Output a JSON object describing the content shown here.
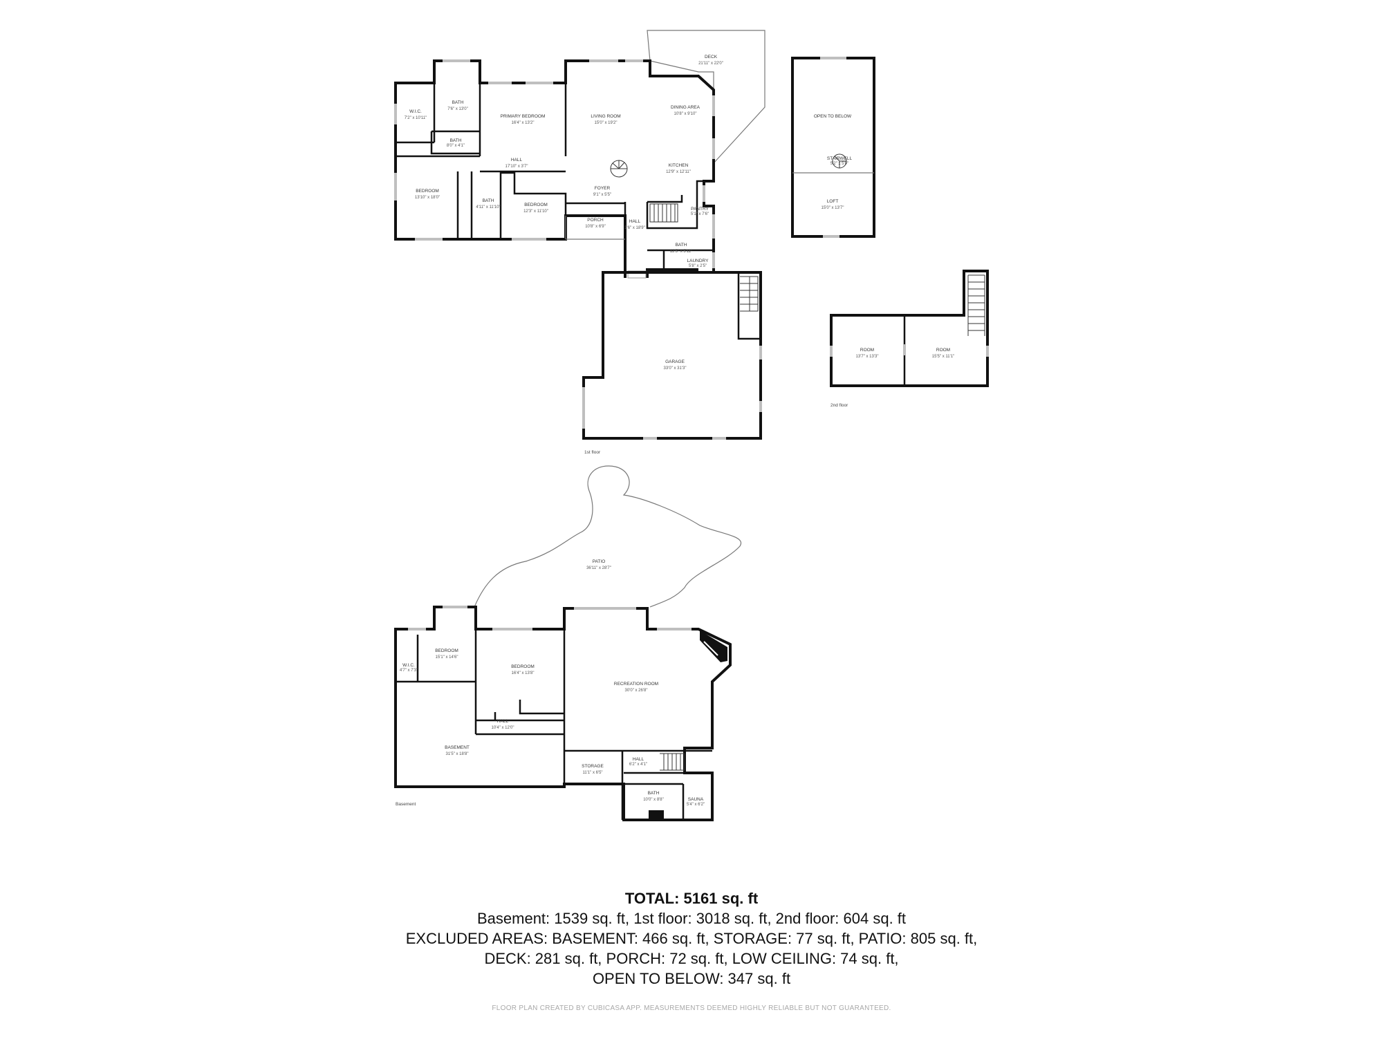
{
  "floors": {
    "first": {
      "label": "1st floor",
      "rooms": {
        "deck": {
          "name": "DECK",
          "dim": "21'11\" x 22'0\""
        },
        "dining": {
          "name": "DINING AREA",
          "dim": "10'8\" x 9'10\""
        },
        "living": {
          "name": "LIVING ROOM",
          "dim": "15'0\" x 19'2\""
        },
        "primary_bed": {
          "name": "PRIMARY BEDROOM",
          "dim": "16'4\" x 13'2\""
        },
        "bath1": {
          "name": "BATH",
          "dim": "7'6\" x 13'0\""
        },
        "wic": {
          "name": "W.I.C.",
          "dim": "7'2\" x 10'11\""
        },
        "bath2": {
          "name": "BATH",
          "dim": "8'0\" x 4'1\""
        },
        "hall1": {
          "name": "HALL",
          "dim": "17'10\" x 3'7\""
        },
        "kitchen": {
          "name": "KITCHEN",
          "dim": "12'9\" x 12'11\""
        },
        "bedroom1": {
          "name": "BEDROOM",
          "dim": "13'10\" x 18'0\""
        },
        "bath3": {
          "name": "BATH",
          "dim": "4'11\" x 11'10\""
        },
        "bedroom2": {
          "name": "BEDROOM",
          "dim": "12'3\" x 11'10\""
        },
        "foyer": {
          "name": "FOYER",
          "dim": "9'1\" x 5'5\""
        },
        "pantry": {
          "name": "PANTRY",
          "dim": "5'1\" x 7'6\""
        },
        "porch": {
          "name": "PORCH",
          "dim": "10'8\" x 6'9\""
        },
        "hall2": {
          "name": "HALL",
          "dim": "3'6\" x 18'9\""
        },
        "bath4": {
          "name": "BATH",
          "dim": "12'5\" x 5'11\""
        },
        "laundry": {
          "name": "LAUNDRY",
          "dim": "5'8\" x 2'5\""
        },
        "garage": {
          "name": "GARAGE",
          "dim": "33'0\" x 31'3\""
        }
      }
    },
    "loft": {
      "rooms": {
        "open_below": {
          "name": "OPEN TO BELOW"
        },
        "stairwell": {
          "name": "STAIRWELL",
          "dim": "5'2\" x 5'0\""
        },
        "loft": {
          "name": "LOFT",
          "dim": "15'0\" x 13'7\""
        }
      }
    },
    "second": {
      "label": "2nd floor",
      "rooms": {
        "room1": {
          "name": "ROOM",
          "dim": "13'7\" x 13'3\""
        },
        "room2": {
          "name": "ROOM",
          "dim": "15'5\" x 11'1\""
        }
      }
    },
    "basement": {
      "label": "Basement",
      "rooms": {
        "patio": {
          "name": "PATIO",
          "dim": "36'11\" x 28'7\""
        },
        "wic": {
          "name": "W.I.C.",
          "dim": "4'7\" x 7'3\""
        },
        "bedroom1": {
          "name": "BEDROOM",
          "dim": "15'1\" x 14'6\""
        },
        "bedroom2": {
          "name": "BEDROOM",
          "dim": "16'4\" x 13'8\""
        },
        "recreation": {
          "name": "RECREATION ROOM",
          "dim": "30'0\" x 26'8\""
        },
        "hall1": {
          "name": "HALL",
          "dim": "10'4\" x 12'0\""
        },
        "basement": {
          "name": "BASEMENT",
          "dim": "31'5\" x 18'8\""
        },
        "storage": {
          "name": "STORAGE",
          "dim": "11'1\" x 6'5\""
        },
        "hall2": {
          "name": "HALL",
          "dim": "6'2\" x 4'1\""
        },
        "bath": {
          "name": "BATH",
          "dim": "10'0\" x 8'8\""
        },
        "sauna": {
          "name": "SAUNA",
          "dim": "5'4\" x 6'2\""
        }
      }
    }
  },
  "summary": {
    "total": "TOTAL: 5161 sq. ft",
    "line1": "Basement: 1539 sq. ft, 1st floor: 3018 sq. ft, 2nd floor: 604 sq. ft",
    "line2": "EXCLUDED AREAS: BASEMENT: 466 sq. ft, STORAGE: 77 sq. ft, PATIO: 805 sq. ft,",
    "line3": "DECK: 281 sq. ft, PORCH: 72 sq. ft, LOW CEILING: 74 sq. ft,",
    "line4": "OPEN TO BELOW: 347 sq. ft"
  },
  "disclaimer": "FLOOR PLAN CREATED BY CUBICASA APP. MEASUREMENTS DEEMED HIGHLY RELIABLE BUT NOT GUARANTEED."
}
